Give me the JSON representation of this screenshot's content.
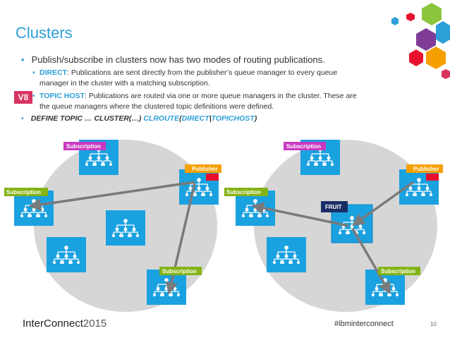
{
  "title": "Clusters",
  "bullets": {
    "main": "Publish/subscribe in clusters now has two modes of routing publications.",
    "direct_key": "DIRECT",
    "direct_text": ": Publications are sent directly from the publisher’s queue manager to every queue",
    "direct_text2": "manager in the cluster with a matching subscription.",
    "topichost_key": "TOPIC HOST",
    "topichost_text": ": Publications are routed via one or more queue managers in the cluster. These are",
    "topichost_text2": "the queue managers where the clustered topic definitions were defined.",
    "define_prefix": "DEFINE TOPIC … CLUSTER(…) ",
    "define_cl": "CLROUTE",
    "define_paren_open": "(",
    "define_direct": "DIRECT",
    "define_bar": "|",
    "define_topichost": "TOPICHOST",
    "define_paren_close": ")"
  },
  "badge": "V8",
  "diagram_left": {
    "labels": {
      "subscription_top": "Subscription",
      "publisher": "Publisher",
      "subscription_left": "Subscription",
      "subscription_bottom": "Subscription"
    }
  },
  "diagram_right": {
    "labels": {
      "subscription_top": "Subscription",
      "publisher": "Publisher",
      "subscription_left": "Subscription",
      "fruit": "FRUIT",
      "subscription_bottom": "Subscription"
    }
  },
  "colors": {
    "accent": "#2d9fd9",
    "node": "#1aa1e0",
    "magenta": "#c839c0",
    "orange": "#f5a000",
    "green": "#84b315",
    "red": "#e8112d",
    "circle": "#cfcfcf",
    "arrow": "#7a7a7a"
  },
  "footer": {
    "logo_a": "InterConnect",
    "logo_b": "2015",
    "hashtag": "#ibminterconnect",
    "page": "10"
  }
}
